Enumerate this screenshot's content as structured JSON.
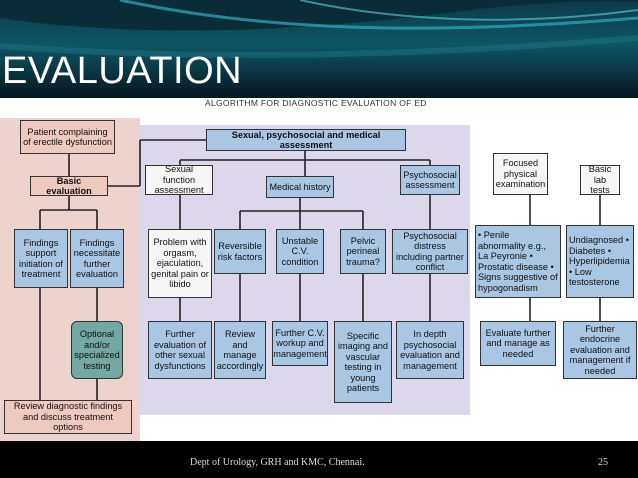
{
  "slide_title": "EVALUATION",
  "algorithm_title": "ALGORITHM FOR DIAGNOSTIC EVALUATION OF ED",
  "nodes": {
    "patient": "Patient complaining of erectile dysfunction",
    "basic_eval": "Basic evaluation",
    "findings_support": "Findings support initiation of treatment",
    "findings_necessitate": "Findings necessitate further evaluation",
    "optional_testing": "Optional and/or specialized testing",
    "review": "Review diagnostic findings and discuss treatment options",
    "assessment_header": "Sexual, psychosocial and medical assessment",
    "sexual_function": "Sexual function assessment",
    "medical_history": "Medical history",
    "psychosocial_assessment": "Psychosocial assessment",
    "focused_exam": "Focused physical examination",
    "basic_lab": "Basic lab tests",
    "problem": "Problem with orgasm, ejaculation, genital pain or libido",
    "reversible": "Reversible risk factors",
    "unstable": "Unstable C.V. condition",
    "pelvic": "Pelvic perineal trauma?",
    "psychosocial_distress": "Psychosocial distress including partner conflict",
    "penile_list": "• Penile abnormality e.g., La Peyronie • Prostatic disease • Signs suggestive of hypogonadism",
    "undiagnosed_list": "Undiagnosed • Diabetes • Hyperlipidemia • Low testosterone",
    "further_sexual": "Further evaluation of other sexual dysfunctions",
    "review_manage": "Review and manage accordingly",
    "further_cv": "Further C.V. workup and management",
    "specific_imaging": "Specific imaging and vascular testing in young patients",
    "in_depth": "In depth psychosocial evaluation and management",
    "evaluate_further": "Evaluate further and manage as needed",
    "further_endocrine": "Further endocrine evaluation and management if needed"
  },
  "footer": "Dept of Urology, GRH and KMC, Chennai.",
  "page_number": "25",
  "colors": {
    "pink_panel": "#ecd3cd",
    "lavender_panel": "#dcd7ea",
    "pink_box": "#eec9c0",
    "blue_box": "#a9c6e3",
    "teal_box": "#74a8a3"
  }
}
